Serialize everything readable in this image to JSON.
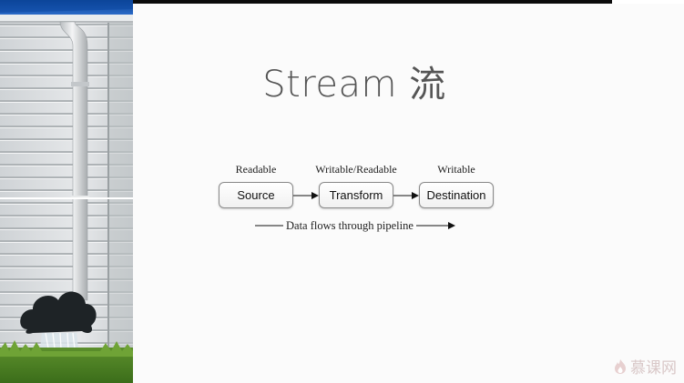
{
  "slide": {
    "title": "Stream 流"
  },
  "pipeline": {
    "nodes": [
      {
        "role": "Readable",
        "label": "Source"
      },
      {
        "role": "Writable/Readable",
        "label": "Transform"
      },
      {
        "role": "Writable",
        "label": "Destination"
      }
    ],
    "flow_label": "Data flows through pipeline"
  },
  "watermark": {
    "text": "慕课网"
  },
  "colors": {
    "slide_background": "#fbfbfb",
    "title": "#555555",
    "node_border": "#8a8a8a",
    "arrow": "#111111",
    "watermark": "#d9c8c8"
  }
}
